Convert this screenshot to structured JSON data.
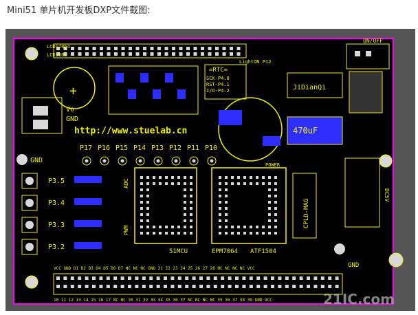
{
  "page": {
    "caption": "Mini51 单片机开发板DXP文件截图:"
  },
  "board": {
    "colors": {
      "board_bg": "#000000",
      "silk": "#f2f200",
      "pad": "#d8d8d8",
      "blue": "#2d2dff",
      "red": "#ff1f1f",
      "frame": "#555555",
      "pink": "#ff00ff"
    },
    "url_text": "http://www.stuelab.cn",
    "lcd_labels": [
      "LCD12864",
      "LCD1602"
    ],
    "vo_label": "Vo",
    "gnd_labels": [
      "GND",
      "GND",
      "GND"
    ],
    "pin_labels": [
      "P17",
      "P16",
      "P15",
      "P14",
      "P13",
      "P12",
      "P11",
      "P10"
    ],
    "port_labels": [
      "P3.5",
      "P3.4",
      "P3.3",
      "P3.2"
    ],
    "rtc_title": "=RTC=",
    "rtc_pins": [
      "SCK-P4.0",
      "RST-P4.1",
      "I/O-P4.2"
    ],
    "jdq_label": "JiDianQi",
    "cap_label": "470uF",
    "onoff_label": "ON/OFF",
    "dc_label": "DC5V",
    "chip_labels": [
      "51MCU",
      "EPM7064",
      "ATF1504"
    ],
    "cpld_label": "CPLD-MAG",
    "adc_label": "ADC",
    "pwm_label": "PWM",
    "power_label": "POWER",
    "light_label": "LightON P12",
    "bottom_pins": "VCC GND D1 D2 D3 D4 D5 D6 D7 NC NC NC GND 21 22 23 24 25 26 27 28 NC NC NC NC VCC",
    "bottom_pins2": "10 11 12 13 14 15 16 17 NC NC 30 31 32 33 34 35 36 37 NC NC NC NC 35 36 37 38 39 GND VCC",
    "watermark": "21IC.com"
  }
}
